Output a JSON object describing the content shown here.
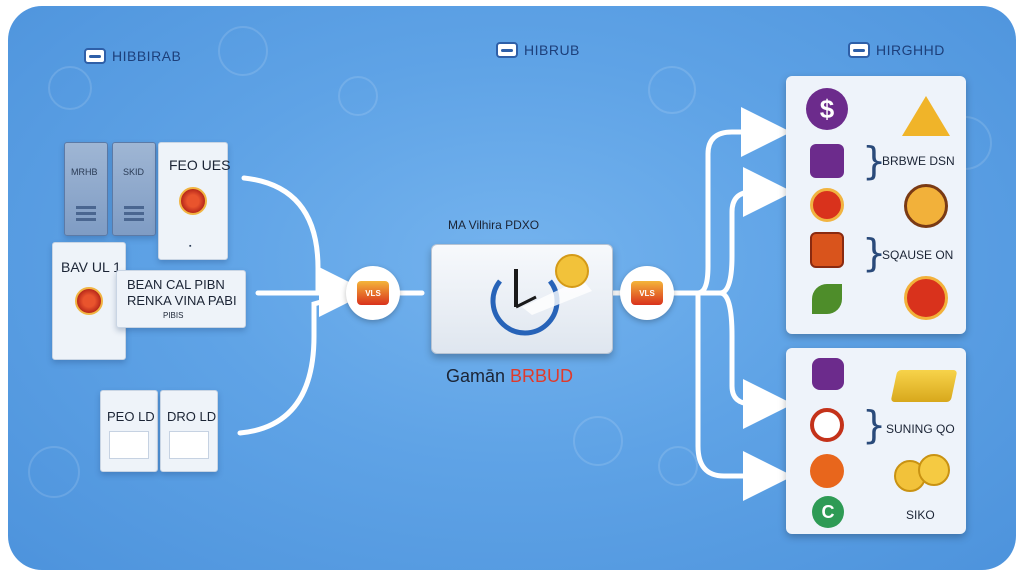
{
  "headers": {
    "left": "HIBBIRAB",
    "center": "HIBRUB",
    "right": "HIRGHHD"
  },
  "left_cards": {
    "top_dark_1": "MRHB",
    "top_dark_2": "SKID",
    "top_light_title": "FEO UES",
    "mid_title": "BAV UL 1",
    "mid_body_line1": "BEAN CAL PIBN",
    "mid_body_line2": "RENKA VINA PABI",
    "mid_body_line3": "PIBIS",
    "bottom_1": "PEO LD",
    "bottom_2": "DRO LD"
  },
  "badges": {
    "left": "VLS",
    "right": "VLS"
  },
  "center_box": {
    "caption_top": "MA Vilhira PDXO",
    "caption_bottom_part1": "Gamān ",
    "caption_bottom_part2": "BRBUD"
  },
  "right_top_panel": {
    "label1": "BRBWE DSN",
    "label2": "SQAUSE ON"
  },
  "right_bottom_panel": {
    "label1": "SUNING QO",
    "label2": "SIKO"
  },
  "colors": {
    "background": "#5fa3e6",
    "accent_red": "#d9321c",
    "brand_red": "#e03a2b",
    "panel": "#eef3fa"
  }
}
